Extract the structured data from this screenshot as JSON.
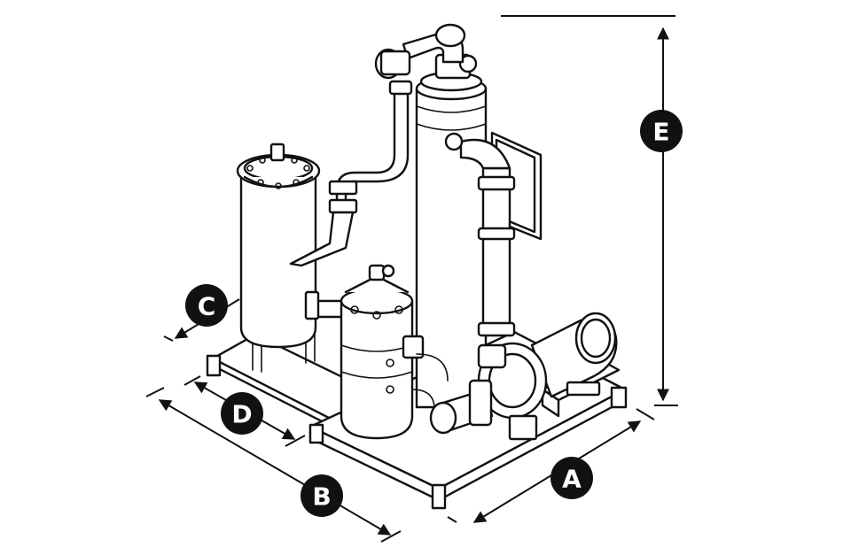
{
  "labels": {
    "A": "A",
    "B": "B",
    "C": "C",
    "D": "D",
    "E": "E"
  },
  "colors": {
    "line": "#111111",
    "fill": "#ffffff",
    "badge": "#111111",
    "badge_text": "#ffffff"
  }
}
